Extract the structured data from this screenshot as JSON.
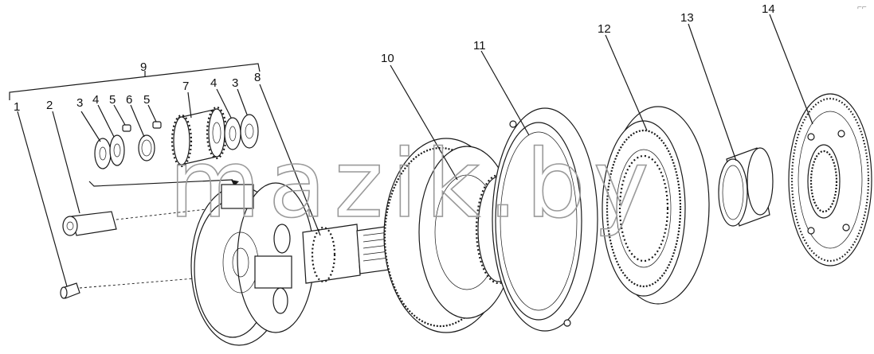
{
  "diagram": {
    "callouts": [
      "1",
      "2",
      "3",
      "4",
      "5",
      "6",
      "5",
      "7",
      "4",
      "3",
      "8",
      "9",
      "10",
      "11",
      "12",
      "13",
      "14"
    ],
    "watermark": "mazik.by",
    "corner_mark": "⌐⌐",
    "parts": [
      "part-1-pin",
      "part-2-shaft-axle",
      "part-3-washer",
      "part-4-washer",
      "part-5-pin",
      "part-6-bushing",
      "part-7-satellite-gear",
      "part-8-planet-carrier-shaft",
      "part-10-ring-gear",
      "part-11-disk",
      "part-12-gear-hub",
      "part-13-sleeve",
      "part-14-crown-gear"
    ]
  }
}
